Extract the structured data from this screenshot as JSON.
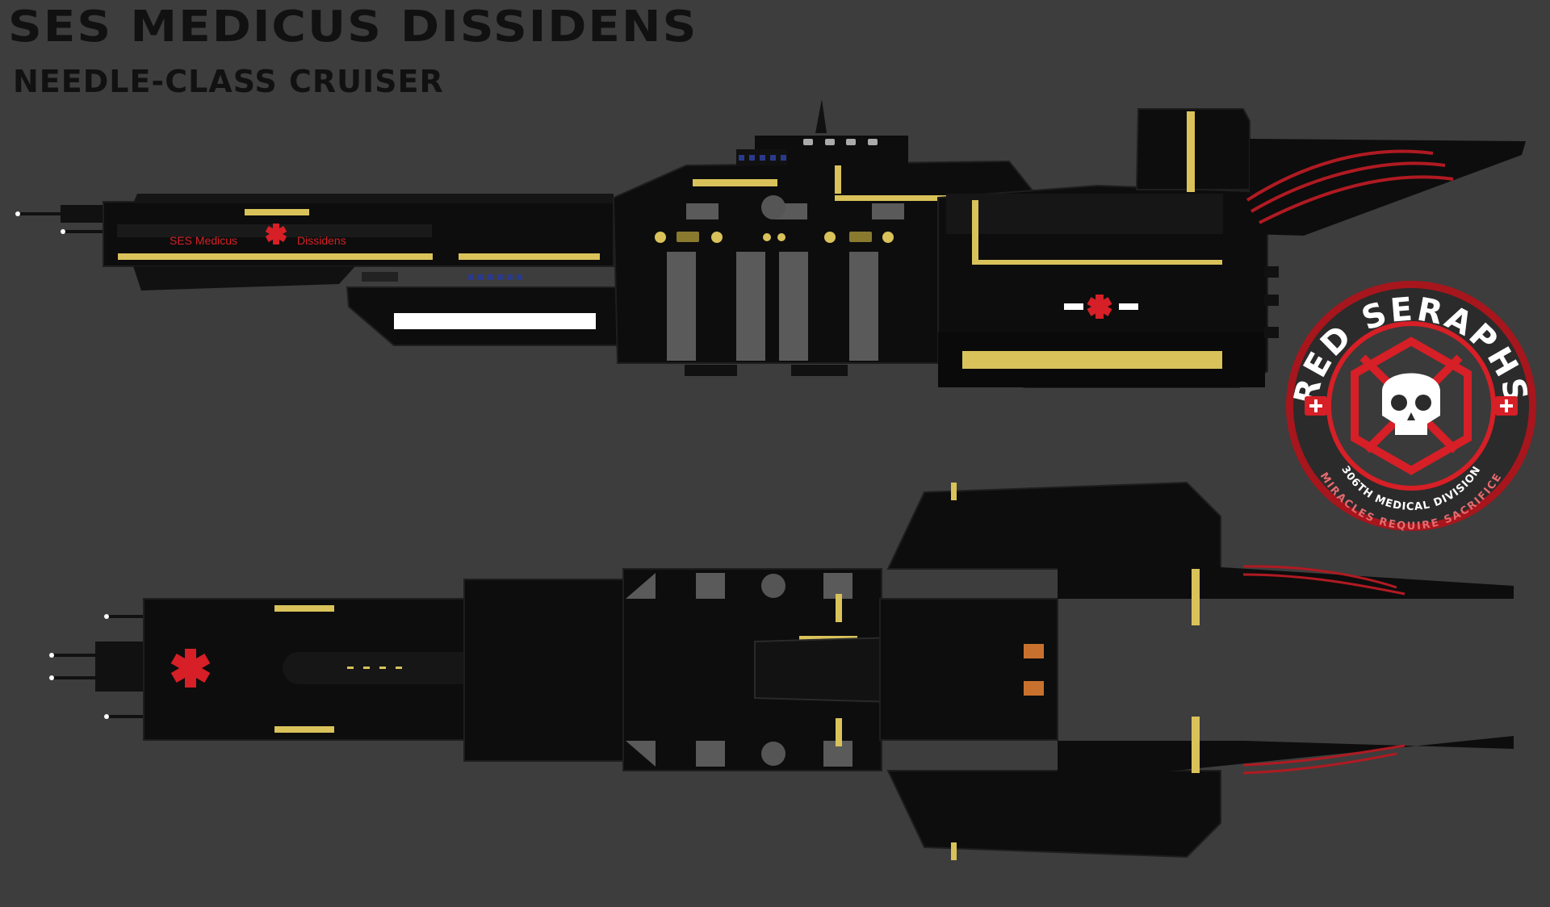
{
  "header": {
    "title": "SES MEDICUS DISSIDENS",
    "subtitle": "NEEDLE-CLASS CRUISER"
  },
  "hull_marking": {
    "name_left": "SES Medicus",
    "name_right": "Dissidens"
  },
  "emblem": {
    "ring_text": "RED SERAPHS",
    "division_text": "306TH MEDICAL DIVISION",
    "motto_text": "MIRACLES REQUIRE SACRIFICE",
    "icon": "skull-icon"
  },
  "colors": {
    "background": "#3d3d3d",
    "hull": "#0d0d0d",
    "accent_yellow": "#d9c25a",
    "accent_red": "#d61f26",
    "panel_grey": "#5a5a5a"
  }
}
